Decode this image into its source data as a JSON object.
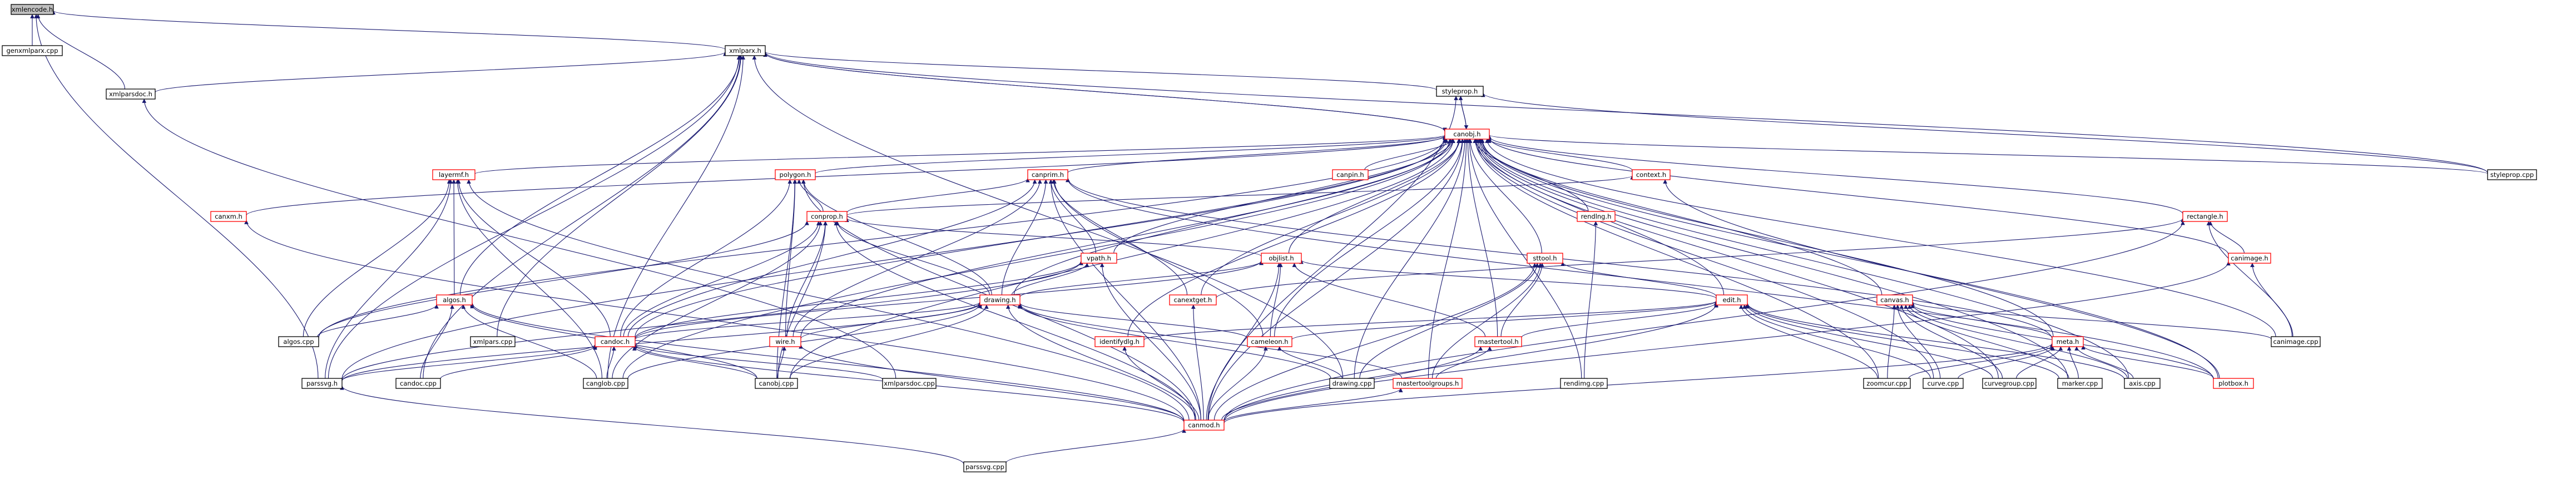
{
  "colors": {
    "edge": "#191970",
    "focus_fill": "#bfbfbf",
    "node_border": "#000000",
    "truncated_border": "#ff0000",
    "node_fill": "#ffffff",
    "text": "#000000"
  },
  "nodes": [
    {
      "id": "xmlencode_h",
      "label": "xmlencode.h",
      "kind": "focus",
      "interactable": false
    },
    {
      "id": "genxmlparx_cpp",
      "label": "genxmlparx.cpp",
      "kind": "normal",
      "interactable": true
    },
    {
      "id": "xmlparx_h",
      "label": "xmlparx.h",
      "kind": "normal",
      "interactable": true
    },
    {
      "id": "xmlparsdoc_h",
      "label": "xmlparsdoc.h",
      "kind": "normal",
      "interactable": true
    },
    {
      "id": "styleprop_h",
      "label": "styleprop.h",
      "kind": "normal",
      "interactable": true
    },
    {
      "id": "canobj_h",
      "label": "canobj.h",
      "kind": "truncated",
      "interactable": true
    },
    {
      "id": "styleprop_cpp",
      "label": "styleprop.cpp",
      "kind": "normal",
      "interactable": true
    },
    {
      "id": "layermf_h",
      "label": "layermf.h",
      "kind": "truncated",
      "interactable": true
    },
    {
      "id": "polygon_h",
      "label": "polygon.h",
      "kind": "truncated",
      "interactable": true
    },
    {
      "id": "canprim_h",
      "label": "canprim.h",
      "kind": "truncated",
      "interactable": true
    },
    {
      "id": "canpin_h",
      "label": "canpin.h",
      "kind": "truncated",
      "interactable": true
    },
    {
      "id": "context_h",
      "label": "context.h",
      "kind": "truncated",
      "interactable": true
    },
    {
      "id": "canxm_h",
      "label": "canxm.h",
      "kind": "truncated",
      "interactable": true
    },
    {
      "id": "conprop_h",
      "label": "conprop.h",
      "kind": "truncated",
      "interactable": true
    },
    {
      "id": "rendlng_h",
      "label": "rendlng.h",
      "kind": "truncated",
      "interactable": true
    },
    {
      "id": "rectangle_h",
      "label": "rectangle.h",
      "kind": "truncated",
      "interactable": true
    },
    {
      "id": "canimage_h",
      "label": "canimage.h",
      "kind": "truncated",
      "interactable": true
    },
    {
      "id": "vpath_h",
      "label": "vpath.h",
      "kind": "truncated",
      "interactable": true
    },
    {
      "id": "objlist_h",
      "label": "objlist.h",
      "kind": "truncated",
      "interactable": true
    },
    {
      "id": "sttool_h",
      "label": "sttool.h",
      "kind": "truncated",
      "interactable": true
    },
    {
      "id": "algos_h",
      "label": "algos.h",
      "kind": "truncated",
      "interactable": true
    },
    {
      "id": "drawing_h",
      "label": "drawing.h",
      "kind": "truncated",
      "interactable": true
    },
    {
      "id": "canextget_h",
      "label": "canextget.h",
      "kind": "truncated",
      "interactable": true
    },
    {
      "id": "edit_h",
      "label": "edit.h",
      "kind": "truncated",
      "interactable": true
    },
    {
      "id": "canvas_h",
      "label": "canvas.h",
      "kind": "truncated",
      "interactable": true
    },
    {
      "id": "algos_cpp",
      "label": "algos.cpp",
      "kind": "normal",
      "interactable": true
    },
    {
      "id": "xmlpars_cpp",
      "label": "xmlpars.cpp",
      "kind": "normal",
      "interactable": true
    },
    {
      "id": "candoc_h",
      "label": "candoc.h",
      "kind": "truncated",
      "interactable": true
    },
    {
      "id": "wire_h",
      "label": "wire.h",
      "kind": "truncated",
      "interactable": true
    },
    {
      "id": "identifydlg_h",
      "label": "identifydlg.h",
      "kind": "truncated",
      "interactable": true
    },
    {
      "id": "cameleon_h",
      "label": "cameleon.h",
      "kind": "truncated",
      "interactable": true
    },
    {
      "id": "mastertool_h",
      "label": "mastertool.h",
      "kind": "truncated",
      "interactable": true
    },
    {
      "id": "meta_h",
      "label": "meta.h",
      "kind": "truncated",
      "interactable": true
    },
    {
      "id": "canimage_cpp",
      "label": "canimage.cpp",
      "kind": "normal",
      "interactable": true
    },
    {
      "id": "parssvg_h",
      "label": "parssvg.h",
      "kind": "normal",
      "interactable": true
    },
    {
      "id": "candoc_cpp",
      "label": "candoc.cpp",
      "kind": "normal",
      "interactable": true
    },
    {
      "id": "canglob_cpp",
      "label": "canglob.cpp",
      "kind": "normal",
      "interactable": true
    },
    {
      "id": "canobj_cpp",
      "label": "canobj.cpp",
      "kind": "normal",
      "interactable": true
    },
    {
      "id": "xmlparsdoc_cpp",
      "label": "xmlparsdoc.cpp",
      "kind": "normal",
      "interactable": true
    },
    {
      "id": "drawing_cpp",
      "label": "drawing.cpp",
      "kind": "normal",
      "interactable": true
    },
    {
      "id": "mastertoolgroups_h",
      "label": "mastertoolgroups.h",
      "kind": "truncated",
      "interactable": true
    },
    {
      "id": "rendimg_cpp",
      "label": "rendimg.cpp",
      "kind": "normal",
      "interactable": true
    },
    {
      "id": "zoomcur_cpp",
      "label": "zoomcur.cpp",
      "kind": "normal",
      "interactable": true
    },
    {
      "id": "curve_cpp",
      "label": "curve.cpp",
      "kind": "normal",
      "interactable": true
    },
    {
      "id": "curvegroup_cpp",
      "label": "curvegroup.cpp",
      "kind": "normal",
      "interactable": true
    },
    {
      "id": "marker_cpp",
      "label": "marker.cpp",
      "kind": "normal",
      "interactable": true
    },
    {
      "id": "axis_cpp",
      "label": "axis.cpp",
      "kind": "normal",
      "interactable": true
    },
    {
      "id": "plotbox_h",
      "label": "plotbox.h",
      "kind": "truncated",
      "interactable": true
    },
    {
      "id": "canmod_h",
      "label": "canmod.h",
      "kind": "truncated",
      "interactable": true
    },
    {
      "id": "parssvg_cpp",
      "label": "parssvg.cpp",
      "kind": "normal",
      "interactable": true
    }
  ],
  "edges": [
    [
      "genxmlparx_cpp",
      "xmlencode_h"
    ],
    [
      "xmlparx_h",
      "xmlencode_h"
    ],
    [
      "xmlparsdoc_h",
      "xmlencode_h"
    ],
    [
      "parssvg_h",
      "xmlencode_h"
    ],
    [
      "xmlparsdoc_h",
      "xmlparx_h"
    ],
    [
      "styleprop_h",
      "xmlparx_h"
    ],
    [
      "canobj_h",
      "xmlparx_h"
    ],
    [
      "styleprop_cpp",
      "xmlparx_h"
    ],
    [
      "algos_h",
      "xmlparx_h"
    ],
    [
      "xmlpars_cpp",
      "xmlparx_h"
    ],
    [
      "parssvg_h",
      "xmlparx_h"
    ],
    [
      "candoc_cpp",
      "xmlparx_h"
    ],
    [
      "canglob_cpp",
      "xmlparx_h"
    ],
    [
      "drawing_cpp",
      "xmlparx_h"
    ],
    [
      "xmlparsdoc_cpp",
      "xmlparsdoc_h"
    ],
    [
      "canobj_h",
      "styleprop_h"
    ],
    [
      "styleprop_cpp",
      "styleprop_h"
    ],
    [
      "canmod_h",
      "styleprop_h"
    ],
    [
      "styleprop_h",
      "canobj_h"
    ],
    [
      "xmlparx_h",
      "canobj_h"
    ],
    [
      "layermf_h",
      "canobj_h"
    ],
    [
      "polygon_h",
      "canobj_h"
    ],
    [
      "canprim_h",
      "canobj_h"
    ],
    [
      "canpin_h",
      "canobj_h"
    ],
    [
      "context_h",
      "canobj_h"
    ],
    [
      "canxm_h",
      "canobj_h"
    ],
    [
      "rendlng_h",
      "canobj_h"
    ],
    [
      "rectangle_h",
      "canobj_h"
    ],
    [
      "canimage_h",
      "canobj_h"
    ],
    [
      "vpath_h",
      "canobj_h"
    ],
    [
      "objlist_h",
      "canobj_h"
    ],
    [
      "sttool_h",
      "canobj_h"
    ],
    [
      "drawing_h",
      "canobj_h"
    ],
    [
      "canextget_h",
      "canobj_h"
    ],
    [
      "edit_h",
      "canobj_h"
    ],
    [
      "canvas_h",
      "canobj_h"
    ],
    [
      "algos_cpp",
      "canobj_h"
    ],
    [
      "candoc_h",
      "canobj_h"
    ],
    [
      "wire_h",
      "canobj_h"
    ],
    [
      "identifydlg_h",
      "canobj_h"
    ],
    [
      "cameleon_h",
      "canobj_h"
    ],
    [
      "mastertool_h",
      "canobj_h"
    ],
    [
      "meta_h",
      "canobj_h"
    ],
    [
      "canimage_cpp",
      "canobj_h"
    ],
    [
      "styleprop_cpp",
      "canobj_h"
    ],
    [
      "parssvg_h",
      "canobj_h"
    ],
    [
      "canglob_cpp",
      "canobj_h"
    ],
    [
      "canobj_cpp",
      "canobj_h"
    ],
    [
      "drawing_cpp",
      "canobj_h"
    ],
    [
      "mastertoolgroups_h",
      "canobj_h"
    ],
    [
      "rendimg_cpp",
      "canobj_h"
    ],
    [
      "zoomcur_cpp",
      "canobj_h"
    ],
    [
      "curve_cpp",
      "canobj_h"
    ],
    [
      "curvegroup_cpp",
      "canobj_h"
    ],
    [
      "marker_cpp",
      "canobj_h"
    ],
    [
      "axis_cpp",
      "canobj_h"
    ],
    [
      "plotbox_h",
      "canobj_h"
    ],
    [
      "canmod_h",
      "canobj_h"
    ],
    [
      "algos_h",
      "layermf_h"
    ],
    [
      "candoc_h",
      "layermf_h"
    ],
    [
      "algos_cpp",
      "layermf_h"
    ],
    [
      "parssvg_h",
      "layermf_h"
    ],
    [
      "canglob_cpp",
      "layermf_h"
    ],
    [
      "canmod_h",
      "layermf_h"
    ],
    [
      "conprop_h",
      "polygon_h"
    ],
    [
      "drawing_h",
      "polygon_h"
    ],
    [
      "candoc_h",
      "polygon_h"
    ],
    [
      "wire_h",
      "polygon_h"
    ],
    [
      "canobj_cpp",
      "polygon_h"
    ],
    [
      "canmod_h",
      "polygon_h"
    ],
    [
      "conprop_h",
      "canprim_h"
    ],
    [
      "vpath_h",
      "canprim_h"
    ],
    [
      "drawing_h",
      "canprim_h"
    ],
    [
      "canextget_h",
      "canprim_h"
    ],
    [
      "candoc_h",
      "canprim_h"
    ],
    [
      "wire_h",
      "canprim_h"
    ],
    [
      "cameleon_h",
      "canprim_h"
    ],
    [
      "meta_h",
      "canprim_h"
    ],
    [
      "plotbox_h",
      "canprim_h"
    ],
    [
      "canmod_h",
      "canprim_h"
    ],
    [
      "conprop_h",
      "context_h"
    ],
    [
      "plotbox_h",
      "context_h"
    ],
    [
      "canmod_h",
      "canxm_h"
    ],
    [
      "objlist_h",
      "conprop_h"
    ],
    [
      "drawing_h",
      "conprop_h"
    ],
    [
      "algos_cpp",
      "conprop_h"
    ],
    [
      "candoc_h",
      "conprop_h"
    ],
    [
      "wire_h",
      "conprop_h"
    ],
    [
      "canglob_cpp",
      "conprop_h"
    ],
    [
      "canobj_cpp",
      "conprop_h"
    ],
    [
      "canmod_h",
      "conprop_h"
    ],
    [
      "rendimg_cpp",
      "rendlng_h"
    ],
    [
      "canextget_h",
      "rectangle_h"
    ],
    [
      "canimage_h",
      "rectangle_h"
    ],
    [
      "canimage_cpp",
      "rectangle_h"
    ],
    [
      "canmod_h",
      "rectangle_h"
    ],
    [
      "canimage_cpp",
      "canimage_h"
    ],
    [
      "canmod_h",
      "canimage_h"
    ],
    [
      "drawing_h",
      "vpath_h"
    ],
    [
      "candoc_h",
      "vpath_h"
    ],
    [
      "parssvg_h",
      "vpath_h"
    ],
    [
      "canmod_h",
      "vpath_h"
    ],
    [
      "drawing_h",
      "objlist_h"
    ],
    [
      "edit_h",
      "objlist_h"
    ],
    [
      "candoc_h",
      "objlist_h"
    ],
    [
      "cameleon_h",
      "objlist_h"
    ],
    [
      "mastertool_h",
      "objlist_h"
    ],
    [
      "canmod_h",
      "objlist_h"
    ],
    [
      "edit_h",
      "sttool_h"
    ],
    [
      "mastertool_h",
      "sttool_h"
    ],
    [
      "mastertoolgroups_h",
      "sttool_h"
    ],
    [
      "drawing_cpp",
      "sttool_h"
    ],
    [
      "canmod_h",
      "sttool_h"
    ],
    [
      "algos_cpp",
      "algos_h"
    ],
    [
      "candoc_cpp",
      "algos_h"
    ],
    [
      "canglob_cpp",
      "algos_h"
    ],
    [
      "canobj_cpp",
      "algos_h"
    ],
    [
      "canmod_h",
      "algos_h"
    ],
    [
      "candoc_h",
      "drawing_h"
    ],
    [
      "wire_h",
      "drawing_h"
    ],
    [
      "cameleon_h",
      "drawing_h"
    ],
    [
      "parssvg_h",
      "drawing_h"
    ],
    [
      "canglob_cpp",
      "drawing_h"
    ],
    [
      "canobj_cpp",
      "drawing_h"
    ],
    [
      "drawing_cpp",
      "drawing_h"
    ],
    [
      "mastertoolgroups_h",
      "drawing_h"
    ],
    [
      "canmod_h",
      "drawing_h"
    ],
    [
      "canmod_h",
      "canextget_h"
    ],
    [
      "identifydlg_h",
      "edit_h"
    ],
    [
      "cameleon_h",
      "edit_h"
    ],
    [
      "mastertool_h",
      "edit_h"
    ],
    [
      "zoomcur_cpp",
      "edit_h"
    ],
    [
      "curve_cpp",
      "edit_h"
    ],
    [
      "curvegroup_cpp",
      "edit_h"
    ],
    [
      "marker_cpp",
      "edit_h"
    ],
    [
      "axis_cpp",
      "edit_h"
    ],
    [
      "canmod_h",
      "edit_h"
    ],
    [
      "meta_h",
      "canvas_h"
    ],
    [
      "zoomcur_cpp",
      "canvas_h"
    ],
    [
      "curve_cpp",
      "canvas_h"
    ],
    [
      "curvegroup_cpp",
      "canvas_h"
    ],
    [
      "marker_cpp",
      "canvas_h"
    ],
    [
      "axis_cpp",
      "canvas_h"
    ],
    [
      "plotbox_h",
      "canvas_h"
    ],
    [
      "canimage_cpp",
      "canvas_h"
    ],
    [
      "parssvg_h",
      "candoc_h"
    ],
    [
      "candoc_cpp",
      "candoc_h"
    ],
    [
      "canglob_cpp",
      "candoc_h"
    ],
    [
      "canobj_cpp",
      "candoc_h"
    ],
    [
      "xmlparsdoc_cpp",
      "candoc_h"
    ],
    [
      "canmod_h",
      "candoc_h"
    ],
    [
      "canobj_cpp",
      "wire_h"
    ],
    [
      "canmod_h",
      "wire_h"
    ],
    [
      "canmod_h",
      "identifydlg_h"
    ],
    [
      "drawing_cpp",
      "cameleon_h"
    ],
    [
      "canmod_h",
      "cameleon_h"
    ],
    [
      "mastertoolgroups_h",
      "mastertool_h"
    ],
    [
      "canmod_h",
      "mastertool_h"
    ],
    [
      "zoomcur_cpp",
      "meta_h"
    ],
    [
      "curve_cpp",
      "meta_h"
    ],
    [
      "curvegroup_cpp",
      "meta_h"
    ],
    [
      "marker_cpp",
      "meta_h"
    ],
    [
      "axis_cpp",
      "meta_h"
    ],
    [
      "plotbox_h",
      "meta_h"
    ],
    [
      "canmod_h",
      "meta_h"
    ],
    [
      "parssvg_cpp",
      "parssvg_h"
    ],
    [
      "canmod_h",
      "mastertoolgroups_h"
    ],
    [
      "parssvg_cpp",
      "canmod_h"
    ]
  ]
}
